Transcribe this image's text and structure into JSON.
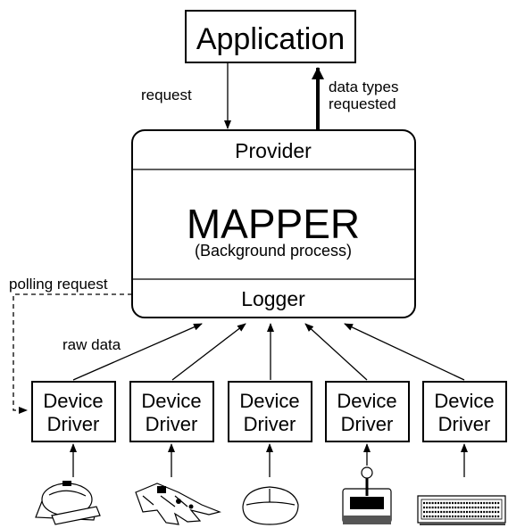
{
  "application": {
    "label": "Application"
  },
  "mapper": {
    "provider_label": "Provider",
    "title": "MAPPER",
    "subtitle": "(Background process)",
    "logger_label": "Logger"
  },
  "edges": {
    "request": "request",
    "data_types_line1": "data types",
    "data_types_line2": "requested",
    "polling_request": "polling request",
    "raw_data": "raw data"
  },
  "drivers": [
    {
      "line1": "Device",
      "line2": "Driver",
      "device_icon": "head-tracker-icon"
    },
    {
      "line1": "Device",
      "line2": "Driver",
      "device_icon": "data-glove-icon"
    },
    {
      "line1": "Device",
      "line2": "Driver",
      "device_icon": "mouse-icon"
    },
    {
      "line1": "Device",
      "line2": "Driver",
      "device_icon": "joystick-icon"
    },
    {
      "line1": "Device",
      "line2": "Driver",
      "device_icon": "keyboard-icon"
    }
  ]
}
